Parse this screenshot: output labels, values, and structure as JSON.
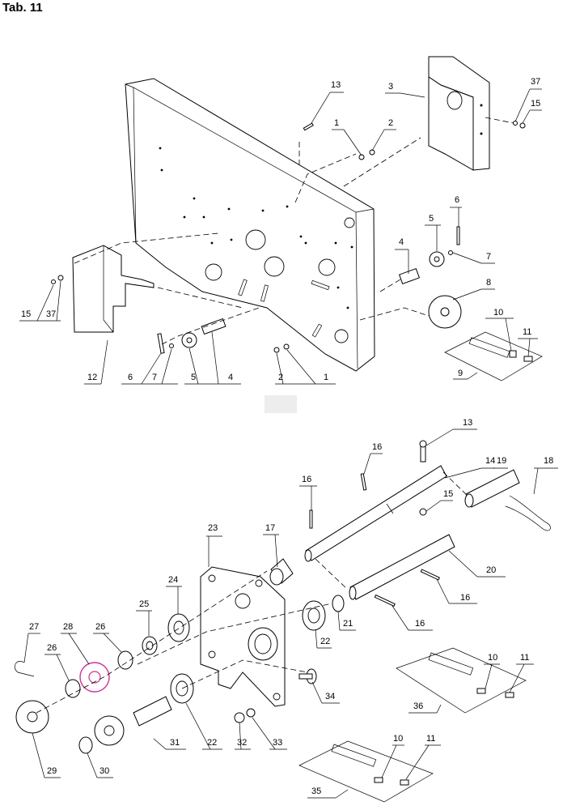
{
  "title": "Tab. 11",
  "accent_color": "#cc3399",
  "callouts": {
    "c13a": "13",
    "c1a": "1",
    "c2a": "2",
    "c3": "3",
    "c37a": "37",
    "c15a": "15",
    "c6a": "6",
    "c5a": "5",
    "c7a": "7",
    "c4a": "4",
    "c8": "8",
    "c15b": "15",
    "c37b": "37",
    "c10a": "10",
    "c11a": "11",
    "c9": "9",
    "c12": "12",
    "c6b": "6",
    "c7b": "7",
    "c5b": "5",
    "c4b": "4",
    "c2b": "2",
    "c1b": "1",
    "c13b": "13",
    "c16a": "16",
    "c14": "14",
    "c19": "19",
    "c18": "18",
    "c16b": "16",
    "c15c": "15",
    "c17": "17",
    "c23": "23",
    "c20": "20",
    "c24": "24",
    "c25": "25",
    "c16c": "16",
    "c21": "21",
    "c16d": "16",
    "c27": "27",
    "c28": "28",
    "c26a": "26",
    "c22a": "22",
    "c26b": "26",
    "c10b": "10",
    "c11b": "11",
    "c34": "34",
    "c36": "36",
    "c29": "29",
    "c31": "31",
    "c22b": "22",
    "c32": "32",
    "c33": "33",
    "c10c": "10",
    "c11c": "11",
    "c30": "30",
    "c35": "35"
  }
}
